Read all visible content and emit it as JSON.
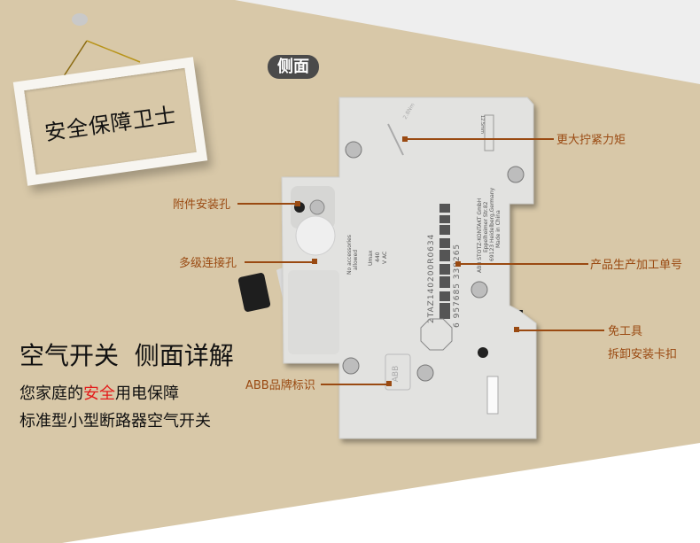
{
  "sign": {
    "text": "安全保障卫士"
  },
  "badge": {
    "label": "侧面"
  },
  "callouts": {
    "torque": "更大拧紧力矩",
    "accessory_hole": "附件安装孔",
    "multi_connect_hole": "多级连接孔",
    "serial_number": "产品生产加工单号",
    "tool_free_1": "免工具",
    "tool_free_2": "拆卸安装卡扣",
    "abb_mark": "ABB品牌标识"
  },
  "headline": "空气开关  侧面详解",
  "subline1": {
    "before": "您家庭的",
    "highlight": "安全",
    "after": "用电保障"
  },
  "subline2": "标准型小型断路器空气开关",
  "breaker_print": {
    "no_accessories": "No accessories",
    "allowed": "allowed",
    "umax": "Umax",
    "voltage": "440",
    "vac": "V AC",
    "code": "2TAZ140200R0634",
    "barcode_digits": "6 957685 339265",
    "maker1": "ABB STOTZ-KONTAKT GmbH",
    "maker2": "Eppelheimer Str.82",
    "maker3": "69123 Heidelberg,Germany",
    "maker4": "Made in China",
    "width_mark": "12.5mm",
    "torque_mark": "2.8Nm",
    "logo": "ABB"
  },
  "colors": {
    "background": "#d8c8a8",
    "accent": "#9a4a12",
    "highlight": "#e31b1b",
    "badge": "#4a4a4a"
  }
}
